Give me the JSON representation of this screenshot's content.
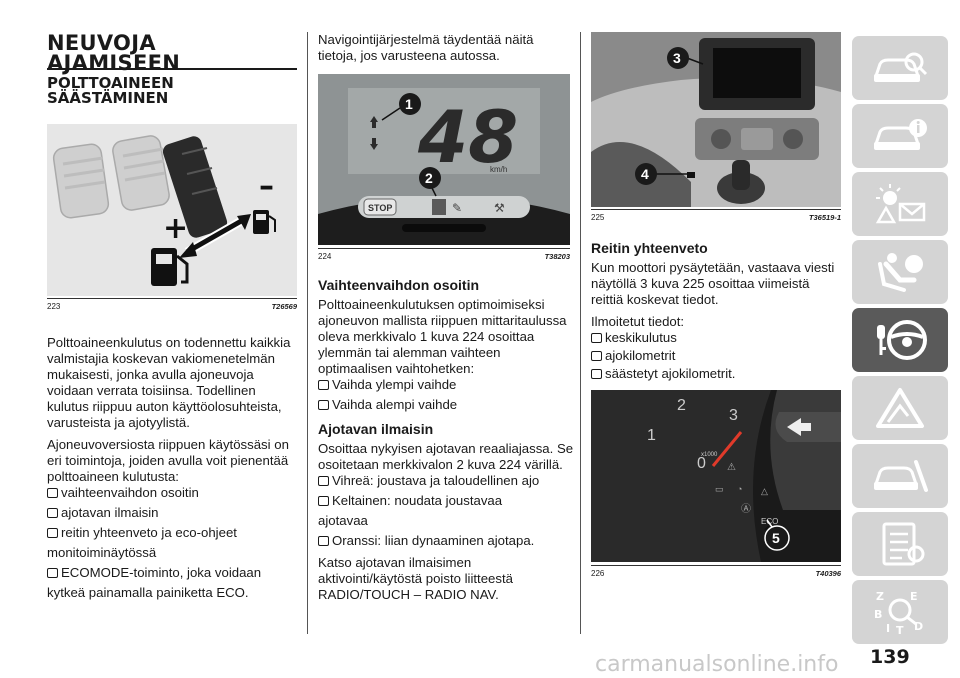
{
  "page": {
    "title_line1": "NEUVOJA",
    "title_line2": "AJAMISEEN",
    "section_line1": "POLTTOAINEEN",
    "section_line2": "SÄÄSTÄMINEN",
    "page_number": "139",
    "watermark": "carmanualsonline.info"
  },
  "figures": {
    "f223": {
      "num": "223",
      "code": "T26569",
      "plus": "+",
      "minus": "–"
    },
    "f224": {
      "num": "224",
      "code": "T38203",
      "speed": "48",
      "unit": "km/h",
      "stop_label": "STOP",
      "callouts": [
        "1",
        "2"
      ]
    },
    "f225": {
      "num": "225",
      "code": "T36519-1",
      "callouts": [
        "3",
        "4"
      ]
    },
    "f226": {
      "num": "226",
      "code": "T40396",
      "callouts": [
        "5"
      ],
      "gauge_labels": [
        "2",
        "3",
        "1",
        "0",
        "x1000",
        "ECO"
      ]
    }
  },
  "col1": {
    "p1": "Polttoaineenkulutus on todennettu kaikkia valmistajia koskevan vakiomenetelmän mukaisesti, jonka avulla ajoneuvoja voidaan verrata toisiinsa. Todellinen kulutus riippuu auton käyttöolosuhteista, varusteista ja ajotyylistä.",
    "p2": "Ajoneuvoversiosta riippuen käytössäsi on eri toimintoja, joiden avulla voit pienentää polttoaineen kulutusta:",
    "b1": "vaihteenvaihdon osoitin",
    "b2": "ajotavan ilmaisin",
    "b3a": "reitin yhteenveto ja eco-ohjeet",
    "b3b": "monitoiminäytössä",
    "b4a": "ECOMODE-toiminto, joka voidaan",
    "b4b": "kytkeä painamalla painiketta ECO."
  },
  "col2": {
    "intro": "Navigointijärjestelmä täydentää näitä tietoja, jos varusteena autossa.",
    "h1": "Vaihteenvaihdon osoitin",
    "p1": "Polttoaineenkulutuksen optimoimiseksi ajoneuvon mallista riippuen mittaritaulussa oleva merkkivalo 1 kuva 224 osoittaa ylemmän tai alemman vaihteen optimaalisen vaihtohetken:",
    "b1": "Vaihda ylempi vaihde",
    "b2": "Vaihda alempi vaihde",
    "h2": "Ajotavan ilmaisin",
    "p2": "Osoittaa nykyisen ajotavan reaaliajassa. Se osoitetaan merkkivalon 2 kuva 224 värillä.",
    "b3": "Vihreä: joustava ja taloudellinen ajo",
    "b4a": "Keltainen: noudata joustavaa",
    "b4b": "ajotavaa",
    "b5": "Oranssi: liian dynaaminen ajotapa.",
    "p3": "Katso ajotavan ilmaisimen aktivointi/käytöstä poisto liitteestä RADIO/TOUCH – RADIO NAV."
  },
  "col3": {
    "h1": "Reitin yhteenveto",
    "p1": "Kun moottori pysäytetään, vastaava viesti näytöllä 3 kuva 225 osoittaa viimeistä reittiä koskevat tiedot.",
    "p2": "Ilmoitetut tiedot:",
    "b1": "keskikulutus",
    "b2": "ajokilometrit",
    "b3": "säästetyt ajokilometrit."
  },
  "side_tabs": [
    {
      "icon": "car-search-icon"
    },
    {
      "icon": "car-info-icon"
    },
    {
      "icon": "warning-lights-icon"
    },
    {
      "icon": "airbag-seat-icon"
    },
    {
      "icon": "steering-key-icon",
      "active": true
    },
    {
      "icon": "roadside-warning-icon"
    },
    {
      "icon": "car-service-icon"
    },
    {
      "icon": "specifications-list-icon"
    },
    {
      "icon": "alphabetical-index-icon"
    }
  ]
}
